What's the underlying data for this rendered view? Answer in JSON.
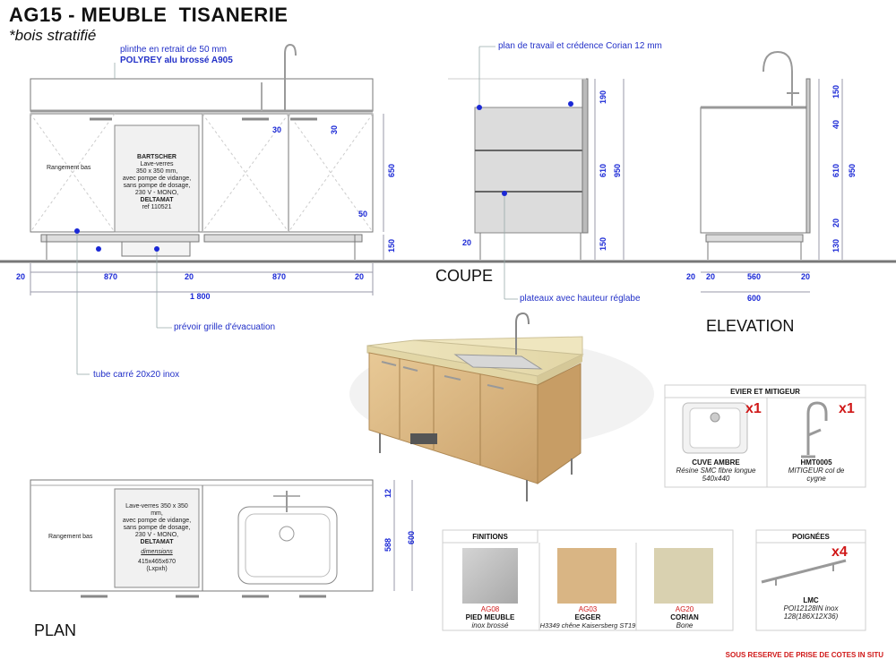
{
  "header": {
    "title": "AG15 - MEUBLE  TISANERIE",
    "subtitle": "*bois stratifié"
  },
  "callouts": {
    "plinthe": "plinthe en retrait de 50 mm",
    "polyrey": "POLYREY alu brossé A905",
    "plan_travail": "plan de travail et crédence Corian 12 mm",
    "plateaux": "plateaux avec hauteur réglabe",
    "grille": "prévoir grille d'évacuation",
    "tube": "tube carré 20x20 inox"
  },
  "front_view": {
    "rangement": "Rangement bas",
    "appliance": [
      "BARTSCHER",
      "Lave-verres",
      "350 x 350 mm,",
      "avec pompe de vidange,",
      "sans pompe de dosage,",
      "230 V - MONO,",
      "DELTAMAT",
      "ref 110521"
    ],
    "dims_h": [
      "20",
      "870",
      "20",
      "870",
      "20"
    ],
    "total": "1 800",
    "dims_v": [
      "650",
      "150"
    ],
    "dim_50": "50",
    "dim_30a": "30",
    "dim_30b": "30"
  },
  "section_view": {
    "label": "COUPE",
    "dims_v": [
      "190",
      "610",
      "950",
      "150"
    ],
    "dim_20": "20"
  },
  "elevation_view": {
    "label": "ELEVATION",
    "dims_v": [
      "150",
      "40",
      "610",
      "950",
      "20",
      "130"
    ],
    "dims_h": [
      "20",
      "20",
      "560",
      "20"
    ],
    "total": "600"
  },
  "plan_view": {
    "label": "PLAN",
    "rangement": "Rangement bas",
    "appliance": [
      "Lave-verres 350 x 350",
      "mm,",
      "avec pompe de vidange,",
      "sans pompe de dosage,",
      "230 V - MONO,",
      "DELTAMAT"
    ],
    "dimensions_label": "dimensions",
    "dimensions": [
      "415x465x670",
      "(Lxpxh)"
    ],
    "dims_v": [
      "12",
      "588",
      "600"
    ]
  },
  "evier": {
    "title": "EVIER ET MITIGEUR",
    "sink_qty": "x1",
    "sink_name": "CUVE AMBRE",
    "sink_desc": [
      "Résine SMC fibre longue",
      "540x440"
    ],
    "tap_qty": "x1",
    "tap_code": "HMT0005",
    "tap_desc": [
      "MITIGEUR col de",
      "cygne"
    ]
  },
  "finitions": {
    "title": "FINITIONS",
    "items": [
      {
        "code": "AG08",
        "name": "PIED MEUBLE",
        "desc": "inox brossé",
        "color": "#b8b8b8"
      },
      {
        "code": "AG03",
        "name": "EGGER",
        "desc": "H3349 chêne Kaisersberg ST19",
        "color": "#d9b584"
      },
      {
        "code": "AG20",
        "name": "CORIAN",
        "desc": "Bone",
        "color": "#d9d1b0"
      }
    ]
  },
  "poignees": {
    "title": "POIGNÉES",
    "qty": "x4",
    "code": "LMC",
    "desc": [
      "POI12128IN inox",
      "128(186X12X36)"
    ]
  },
  "footnote": "SOUS RESERVE DE PRISE DE COTES IN SITU"
}
